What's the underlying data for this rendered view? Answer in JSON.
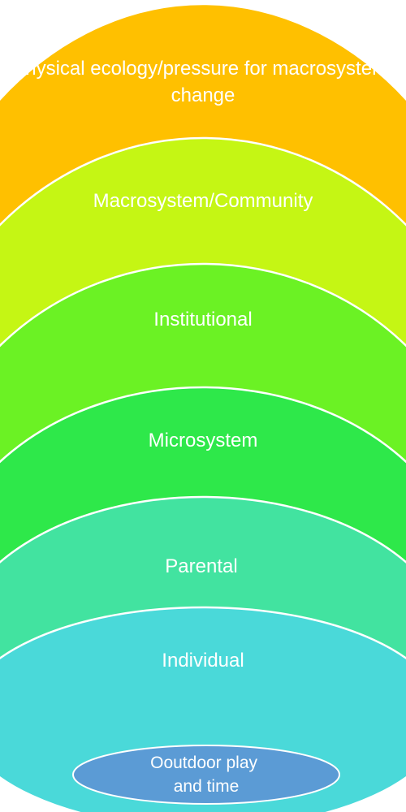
{
  "layers": [
    {
      "id": "physical-ecology",
      "lines": [
        "Physical ecology/pressure for macrosystem",
        "change"
      ],
      "color": "#FFC000"
    },
    {
      "id": "macrosystem-community",
      "lines": [
        "Macrosystem/Community"
      ],
      "color": "#C5F614"
    },
    {
      "id": "institutional",
      "lines": [
        "Institutional"
      ],
      "color": "#6BF224"
    },
    {
      "id": "microsystem",
      "lines": [
        "Microsystem"
      ],
      "color": "#2EE84A"
    },
    {
      "id": "parental",
      "lines": [
        "Parental"
      ],
      "color": "#42E3A0"
    },
    {
      "id": "individual",
      "lines": [
        "Individual"
      ],
      "color": "#4AD9D9"
    }
  ],
  "core": {
    "lines": [
      "Ooutdoor play",
      "and time"
    ],
    "color": "#5B9BD5",
    "border": "#FFFFFF"
  },
  "separator_color": "#FFFFFF"
}
